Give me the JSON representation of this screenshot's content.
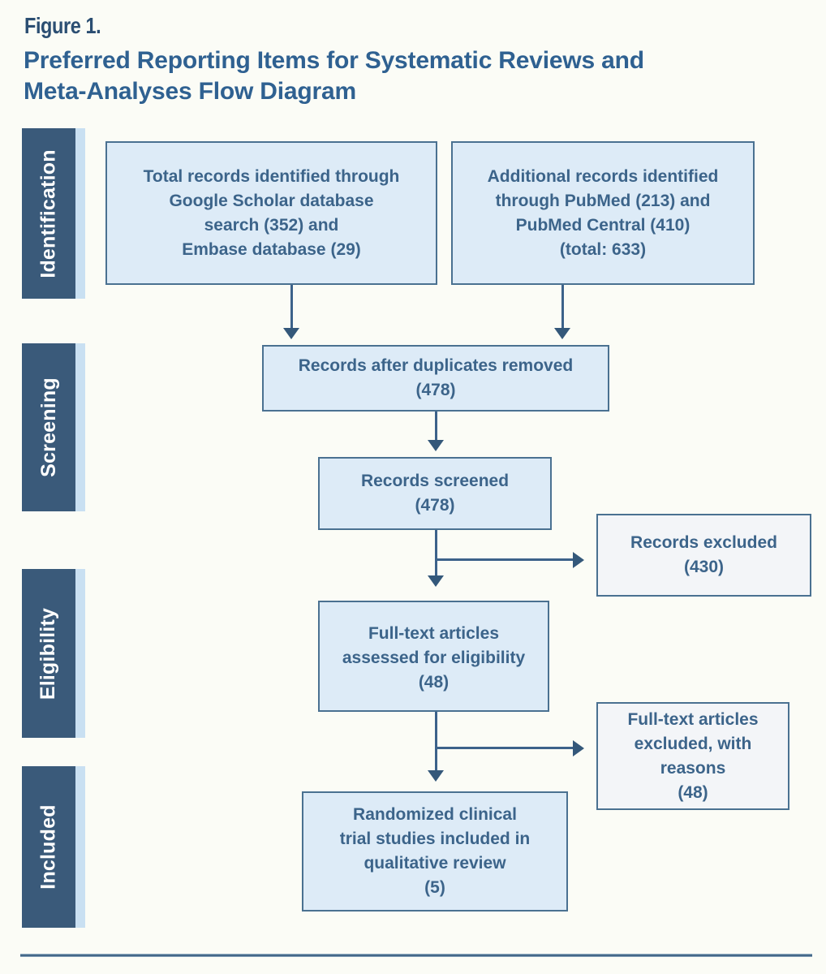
{
  "header": {
    "figure_label": "Figure 1.",
    "title": "Preferred Reporting Items for Systematic Reviews and\nMeta-Analyses Flow Diagram"
  },
  "sidebar": {
    "stages": [
      {
        "label": "Identification"
      },
      {
        "label": "Screening"
      },
      {
        "label": "Eligibility"
      },
      {
        "label": "Included"
      }
    ]
  },
  "diagram": {
    "boxes": [
      {
        "id": "total-records",
        "text": "Total records identified through\nGoogle Scholar database\nsearch (352) and\nEmbase database (29)"
      },
      {
        "id": "additional-records",
        "text": "Additional records identified\nthrough PubMed (213) and\nPubMed Central (410)\n(total: 633)"
      },
      {
        "id": "duplicates-removed",
        "text": "Records after duplicates removed\n(478)"
      },
      {
        "id": "records-screened",
        "text": "Records screened\n(478)"
      },
      {
        "id": "records-excluded",
        "text": "Records excluded\n(430)"
      },
      {
        "id": "fulltext-assessed",
        "text": "Full-text articles\nassessed for eligibility\n(48)"
      },
      {
        "id": "fulltext-excluded",
        "text": "Full-text articles\nexcluded, with\nreasons\n(48)"
      },
      {
        "id": "included-studies",
        "text": "Randomized clinical\ntrial studies included in\nqualitative review\n(5)"
      }
    ]
  },
  "colors": {
    "sidebar_dark": "#3a5a7a",
    "sidebar_accent": "#c9e0f2",
    "box_fill": "#ddebf7",
    "box_fill_light": "#f3f5f8",
    "box_border": "#4a7191",
    "arrow": "#3c628a",
    "figure_label_color": "#2b4e72",
    "title_color": "#2f6191",
    "box_text_color": "#3c648a"
  }
}
